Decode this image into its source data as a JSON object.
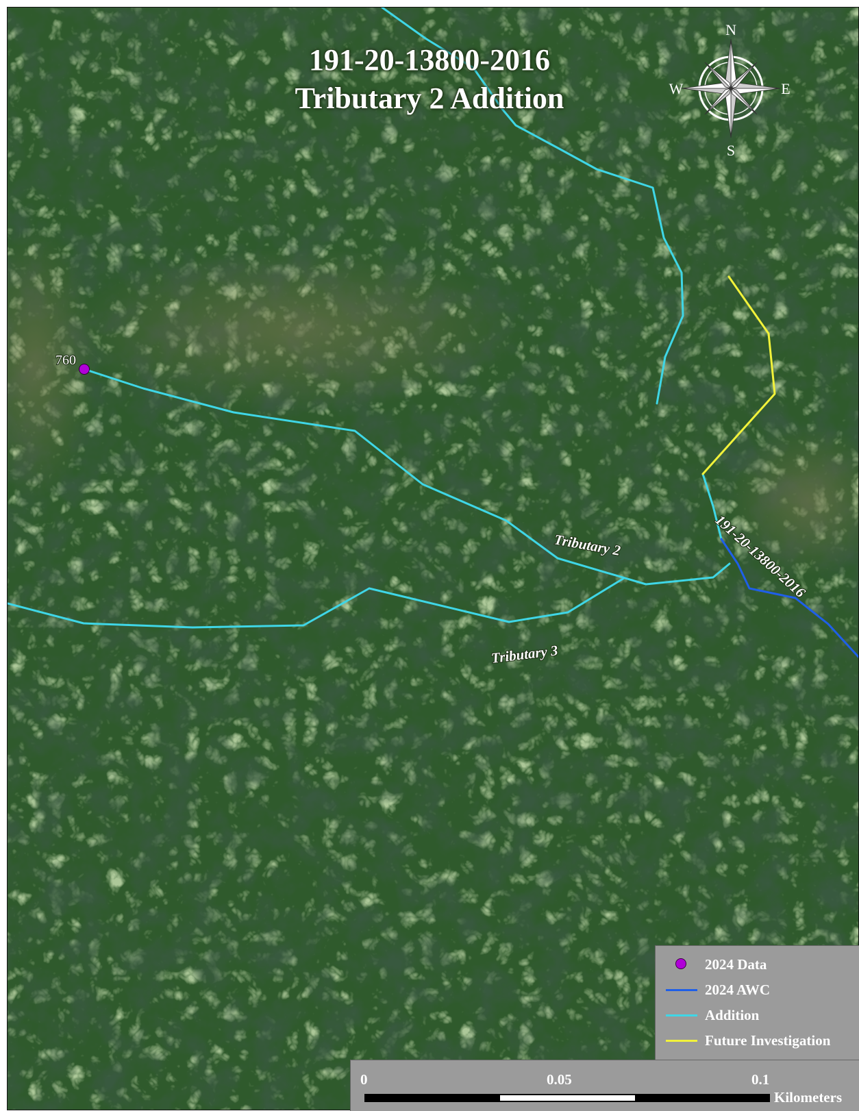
{
  "title": {
    "line1": "191-20-13800-2016",
    "line2": "Tributary 2 Addition"
  },
  "compass": {
    "north": "N",
    "south": "S",
    "east": "E",
    "west": "W"
  },
  "point_label": "760",
  "stream_labels": {
    "tributary_2": "Tributary 2",
    "tributary_3": "Tributary 3",
    "main_stem": "191-20-13800-2016"
  },
  "legend": {
    "items": [
      {
        "label": "2024 Data",
        "symbol": "point",
        "color": "#b000d8"
      },
      {
        "label": "2024 AWC",
        "symbol": "line",
        "color": "#1f5fe8"
      },
      {
        "label": "Addition",
        "symbol": "line",
        "color": "#3fd6e6"
      },
      {
        "label": "Future Investigation",
        "symbol": "line",
        "color": "#f2f23a"
      }
    ]
  },
  "scale_bar": {
    "ticks": [
      "0",
      "0.05",
      "0.1"
    ],
    "unit": "Kilometers"
  },
  "icons": {
    "compass": "compass-rose-icon",
    "data_point": "circle-marker-icon"
  }
}
